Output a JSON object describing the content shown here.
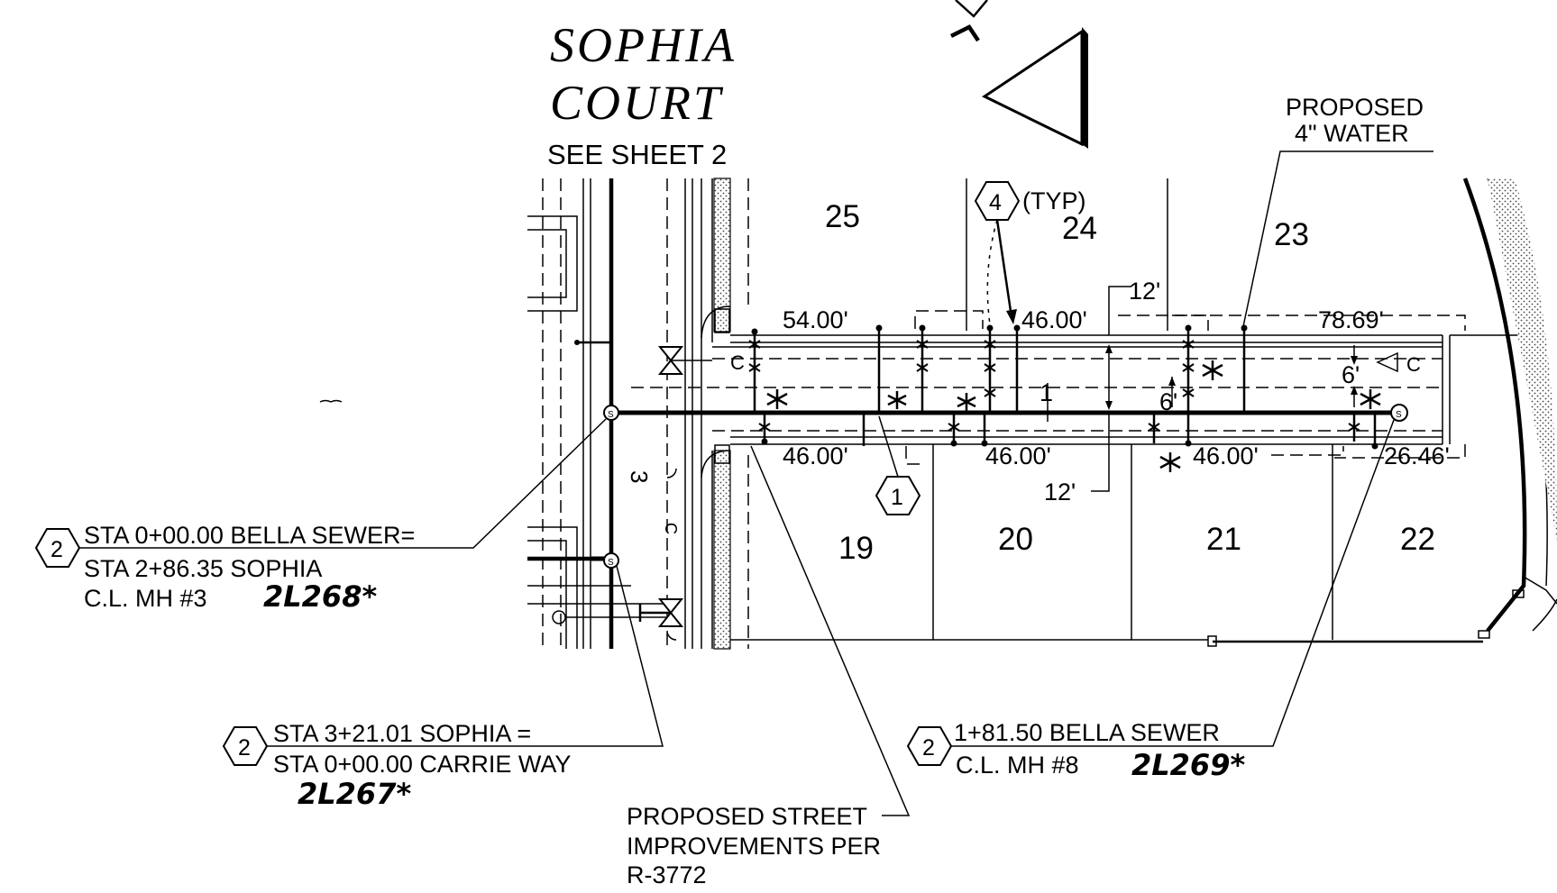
{
  "street": {
    "name_line1": "SOPHIA",
    "name_line2": "COURT",
    "see_sheet": "SEE SHEET 2"
  },
  "lots": {
    "north": [
      "25",
      "24",
      "23"
    ],
    "south": [
      "19",
      "20",
      "21",
      "22"
    ]
  },
  "dimensions": {
    "top": [
      "54.00'",
      "46.00'",
      "78.69'"
    ],
    "bottom": [
      "46.00'",
      "46.00'",
      "46.00'",
      "26.46'"
    ],
    "offsets": [
      "12'",
      "12'",
      "6'",
      "6'"
    ]
  },
  "center_label": "1",
  "callouts": {
    "typ_number": "4",
    "typ_text": "(TYP)",
    "one_number": "1",
    "water_line1": "PROPOSED",
    "water_line2": "4\" WATER",
    "street_line1": "PROPOSED STREET",
    "street_line2": "IMPROVEMENTS PER",
    "street_line3": "R-3772"
  },
  "stations": [
    {
      "number": "2",
      "line1": "STA 0+00.00 BELLA SEWER=",
      "line2": "STA 2+86.35 SOPHIA",
      "line3": "C.L. MH #3",
      "handwritten": "2L268*"
    },
    {
      "number": "2",
      "line1": "STA 3+21.01 SOPHIA =",
      "line2": "STA 0+00.00 CARRIE WAY",
      "handwritten": "2L267*"
    },
    {
      "number": "2",
      "line1": "1+81.50 BELLA SEWER",
      "line2": "C.L. MH #8",
      "handwritten": "2L269*"
    }
  ],
  "symbols": {
    "manhole_letter": "S",
    "vertical_label": "3"
  },
  "icons": [
    "north-arrow-icon",
    "valve-icon",
    "manhole-icon",
    "end-cap-icon"
  ]
}
